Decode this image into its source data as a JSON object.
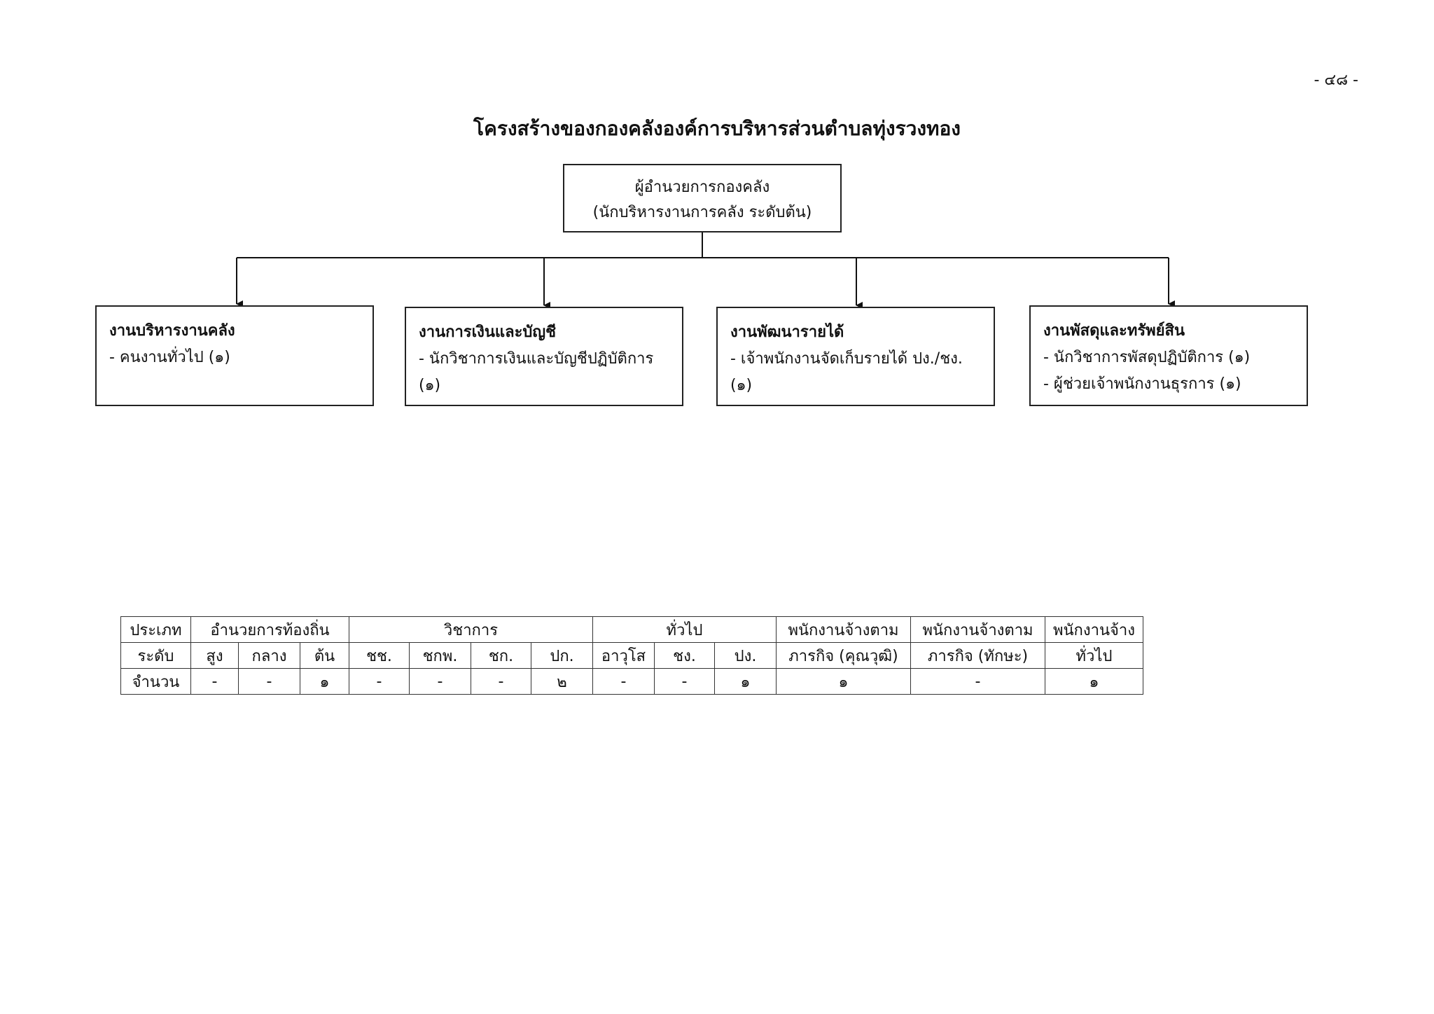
{
  "page_number": "- ๔๘ -",
  "title": "โครงสร้างของกองคลังองค์การบริหารส่วนตำบลทุ่งรวงทอง",
  "root": {
    "line1": "ผู้อำนวยการกองคลัง",
    "line2": "(นักบริหารงานการคลัง ระดับต้น)"
  },
  "departments": [
    {
      "title": "งานบริหารงานคลัง",
      "items": [
        "- คนงานทั่วไป (๑)"
      ]
    },
    {
      "title": "งานการเงินและบัญชี",
      "items": [
        "- นักวิชาการเงินและบัญชีปฏิบัติการ (๑)"
      ]
    },
    {
      "title": "งานพัฒนารายได้",
      "items": [
        "- เจ้าพนักงานจัดเก็บรายได้ ปง./ชง. (๑)"
      ]
    },
    {
      "title": "งานพัสดุและทรัพย์สิน",
      "items": [
        "- นักวิชาการพัสดุปฏิบัติการ (๑)",
        "- ผู้ช่วยเจ้าพนักงานธุรการ (๑)"
      ]
    }
  ],
  "table": {
    "row1": {
      "type": "ประเภท",
      "local_admin": "อำนวยการท้องถิ่น",
      "academic": "วิชาการ",
      "general": "ทั่วไป",
      "mission_qual_1": "พนักงานจ้างตาม",
      "mission_skill_1": "พนักงานจ้างตาม",
      "general_emp_1": "พนักงานจ้าง"
    },
    "row2": {
      "level": "ระดับ",
      "high": "สูง",
      "mid": "กลาง",
      "low": "ต้น",
      "chch": "ชช.",
      "chkp": "ชกพ.",
      "chk": "ชก.",
      "pk": "ปก.",
      "senior": "อาวุโส",
      "chg": "ชง.",
      "pg": "ปง.",
      "mission_qual_2": "ภารกิจ (คุณวุฒิ)",
      "mission_skill_2": "ภารกิจ (ทักษะ)",
      "general_emp_2": "ทั่วไป"
    },
    "row3": {
      "count": "จำนวน",
      "values": [
        "-",
        "-",
        "๑",
        "-",
        "-",
        "-",
        "๒",
        "-",
        "-",
        "๑",
        "๑",
        "-",
        "๑"
      ]
    }
  }
}
